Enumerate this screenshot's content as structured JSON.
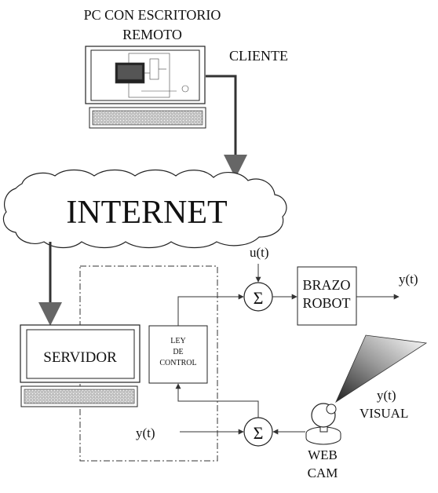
{
  "labels": {
    "client_title_line1": "PC CON ESCRITORIO",
    "client_title_line2": "REMOTO",
    "client": "CLIENTE",
    "internet": "INTERNET",
    "server": "SERVIDOR",
    "control_law_line1": "LEY",
    "control_law_line2": "DE",
    "control_law_line3": "CONTROL",
    "robot_line1": "BRAZO",
    "robot_line2": "ROBOT",
    "input_u": "u(t)",
    "output_y": "y(t)",
    "reference_y": "y(t)",
    "visual_y_line1": "y(t)",
    "visual_y_line2": "VISUAL",
    "webcam_line1": "WEB",
    "webcam_line2": "CAM",
    "sum_symbol": "Σ"
  }
}
